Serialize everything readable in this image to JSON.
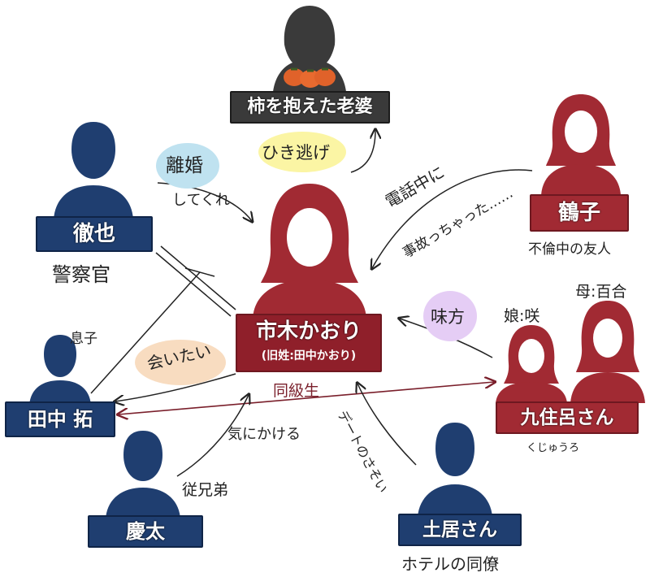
{
  "diagram": {
    "nodes": {
      "center": {
        "name": "市木かおり",
        "sub": "(旧姓:田中かおり)"
      },
      "roujin": {
        "name": "柿を抱えた老婆"
      },
      "tetsuya": {
        "name": "徹也",
        "note": "警察官"
      },
      "tsuruko": {
        "name": "鶴子",
        "note": "不倫中の友人"
      },
      "taku": {
        "name": "田中 拓",
        "note": "息子"
      },
      "kuzumi": {
        "name": "九住呂さん",
        "reading": "くじゅうろ",
        "note1": "娘:咲",
        "note2": "母:百合"
      },
      "keita": {
        "name": "慶太",
        "note": "従兄弟"
      },
      "doi": {
        "name": "土居さん",
        "note": "ホテルの同僚"
      }
    },
    "edges": {
      "hikinige": "ひき逃げ",
      "rikon1": "離婚",
      "rikon2": "してくれ",
      "denwa1": "電話中に",
      "denwa2": "事故っちゃった……",
      "mikata": "味方",
      "aitai": "会いたい",
      "doukyuusei": "同級生",
      "kinikakeru": "気にかける",
      "date": "デートのさそい"
    },
    "colors": {
      "navy": "#1f3e70",
      "red": "#a12a33",
      "dark": "#3a3a3a",
      "maroon": "#7a1f2b"
    }
  }
}
